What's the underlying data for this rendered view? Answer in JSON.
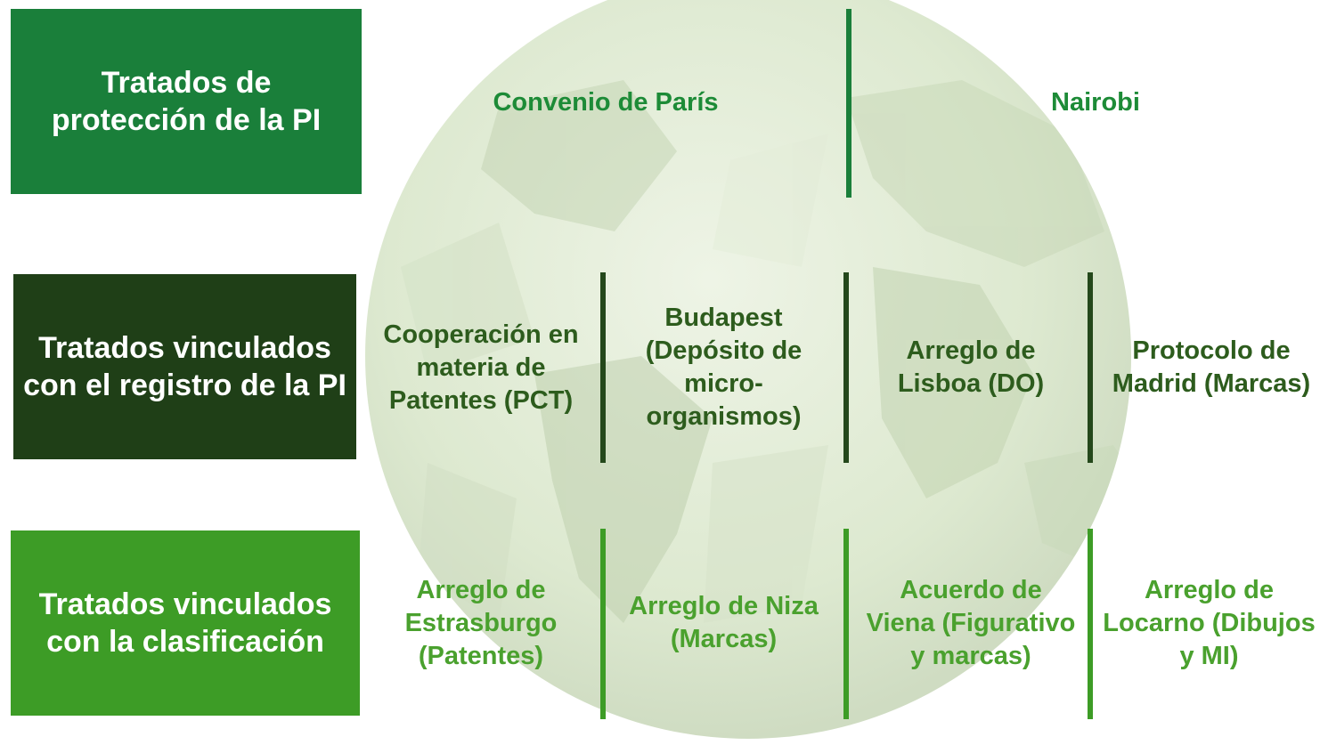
{
  "colors": {
    "row1_box": "#1a7f3a",
    "row2_box": "#1f3f17",
    "row3_box": "#3d9c26",
    "row1_text": "#1d8b37",
    "row2_text": "#2d5c1d",
    "row3_text": "#4aa12e",
    "row1_line": "#1a7f3a",
    "row2_line": "#24481b",
    "row3_line": "#3d9c26",
    "globe": "#dce8cf"
  },
  "rows": [
    {
      "category": "Tratados de protección de la PI",
      "items": [
        "Convenio de París",
        "Nairobi"
      ]
    },
    {
      "category": "Tratados vinculados con el registro de la PI",
      "items": [
        "Cooperación en materia de Patentes (PCT)",
        "Budapest (Depósito de micro-organismos)",
        "Arreglo de Lisboa (DO)",
        "Protocolo de Madrid (Marcas)"
      ]
    },
    {
      "category": "Tratados vinculados con la clasificación",
      "items": [
        "Arreglo de Estrasburgo (Patentes)",
        "Arreglo de Niza (Marcas)",
        "Acuerdo de Viena (Figurativo y marcas)",
        "Arreglo de Locarno (Dibujos y MI)"
      ]
    }
  ]
}
